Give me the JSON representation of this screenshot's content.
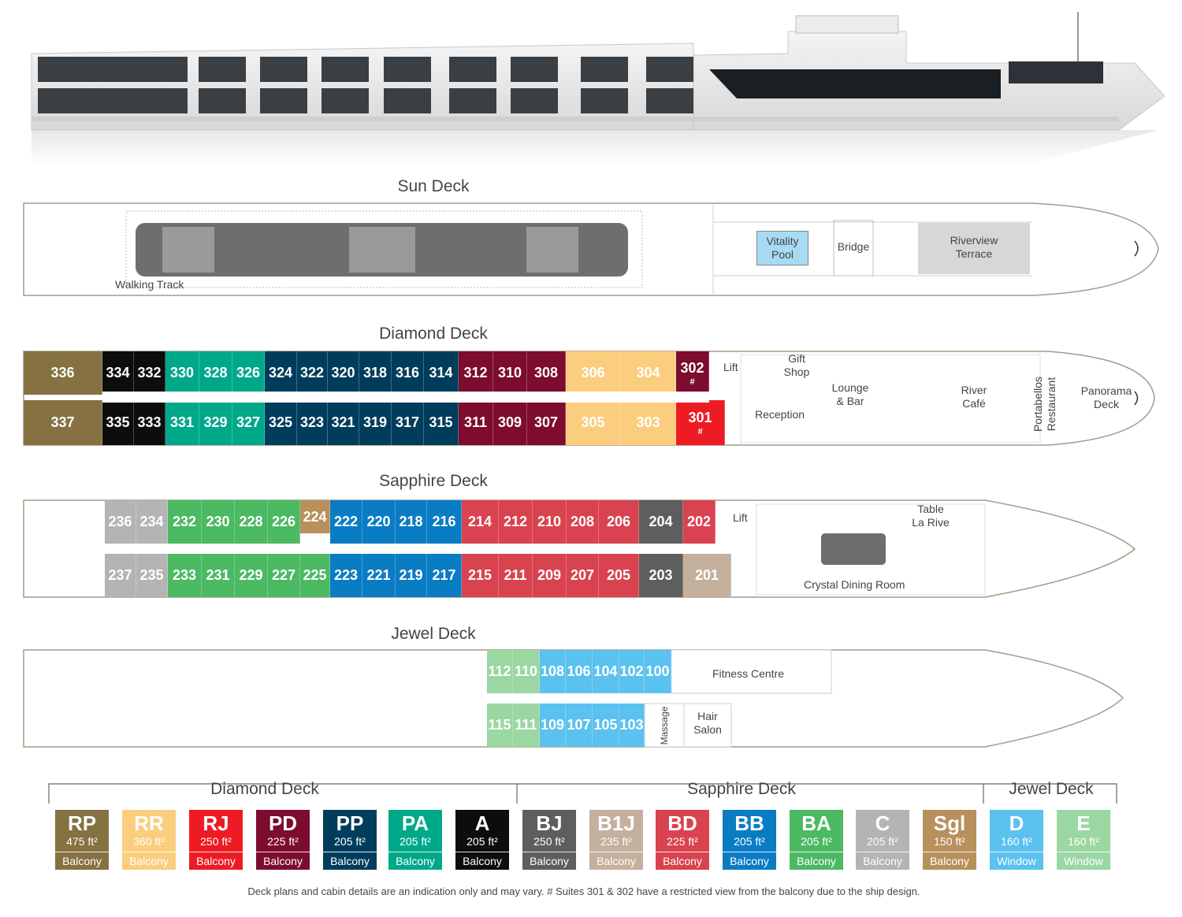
{
  "decks": {
    "sun": {
      "title": "Sun Deck",
      "walking_track": "Walking Track",
      "vitality_pool": [
        "Vitality",
        "Pool"
      ],
      "bridge": "Bridge",
      "riverview_terrace": [
        "Riverview",
        "Terrace"
      ]
    },
    "diamond": {
      "title": "Diamond Deck",
      "lift": "Lift",
      "gift_shop": [
        "Gift",
        "Shop"
      ],
      "reception": "Reception",
      "lounge_bar": [
        "Lounge",
        "& Bar"
      ],
      "river_cafe": [
        "River",
        "Café"
      ],
      "portabellos": [
        "Portabellos",
        "Restaurant"
      ],
      "panorama": [
        "Panorama",
        "Deck"
      ],
      "top_row": [
        {
          "num": "336",
          "color": "#857141"
        },
        {
          "num": "334",
          "color": "#0d0d0d"
        },
        {
          "num": "332",
          "color": "#0d0d0d"
        },
        {
          "num": "330",
          "color": "#00a88a"
        },
        {
          "num": "328",
          "color": "#00a88a"
        },
        {
          "num": "326",
          "color": "#00a88a"
        },
        {
          "num": "324",
          "color": "#003d5c"
        },
        {
          "num": "322",
          "color": "#003d5c"
        },
        {
          "num": "320",
          "color": "#003d5c"
        },
        {
          "num": "318",
          "color": "#003d5c"
        },
        {
          "num": "316",
          "color": "#003d5c"
        },
        {
          "num": "314",
          "color": "#003d5c"
        },
        {
          "num": "312",
          "color": "#7d0c2e"
        },
        {
          "num": "310",
          "color": "#7d0c2e"
        },
        {
          "num": "308",
          "color": "#7d0c2e"
        },
        {
          "num": "306",
          "color": "#fbcd7e"
        },
        {
          "num": "304",
          "color": "#fbcd7e"
        },
        {
          "num": "302",
          "color": "#7d0c2e",
          "mark": "#"
        }
      ],
      "bottom_row": [
        {
          "num": "337",
          "color": "#857141"
        },
        {
          "num": "335",
          "color": "#0d0d0d"
        },
        {
          "num": "333",
          "color": "#0d0d0d"
        },
        {
          "num": "331",
          "color": "#00a88a"
        },
        {
          "num": "329",
          "color": "#00a88a"
        },
        {
          "num": "327",
          "color": "#00a88a"
        },
        {
          "num": "325",
          "color": "#003d5c"
        },
        {
          "num": "323",
          "color": "#003d5c"
        },
        {
          "num": "321",
          "color": "#003d5c"
        },
        {
          "num": "319",
          "color": "#003d5c"
        },
        {
          "num": "317",
          "color": "#003d5c"
        },
        {
          "num": "315",
          "color": "#003d5c"
        },
        {
          "num": "311",
          "color": "#7d0c2e"
        },
        {
          "num": "309",
          "color": "#7d0c2e"
        },
        {
          "num": "307",
          "color": "#7d0c2e"
        },
        {
          "num": "305",
          "color": "#fbcd7e"
        },
        {
          "num": "303",
          "color": "#fbcd7e"
        },
        {
          "num": "301",
          "color": "#ed1c24",
          "mark": "#"
        }
      ]
    },
    "sapphire": {
      "title": "Sapphire Deck",
      "lift": "Lift",
      "table_la_rive": [
        "Table",
        "La Rive"
      ],
      "crystal": "Crystal Dining Room",
      "top_row": [
        {
          "num": "236",
          "color": "#b4b4b4"
        },
        {
          "num": "234",
          "color": "#b4b4b4"
        },
        {
          "num": "232",
          "color": "#4cb963"
        },
        {
          "num": "230",
          "color": "#4cb963"
        },
        {
          "num": "228",
          "color": "#4cb963"
        },
        {
          "num": "226",
          "color": "#4cb963"
        },
        {
          "num": "224",
          "color": "#b8905c"
        },
        {
          "num": "222",
          "color": "#0a7cc4"
        },
        {
          "num": "220",
          "color": "#0a7cc4"
        },
        {
          "num": "218",
          "color": "#0a7cc4"
        },
        {
          "num": "216",
          "color": "#0a7cc4"
        },
        {
          "num": "214",
          "color": "#d9434f"
        },
        {
          "num": "212",
          "color": "#d9434f"
        },
        {
          "num": "210",
          "color": "#d9434f"
        },
        {
          "num": "208",
          "color": "#d9434f"
        },
        {
          "num": "206",
          "color": "#d9434f"
        },
        {
          "num": "204",
          "color": "#5e5e5e"
        },
        {
          "num": "202",
          "color": "#d9434f"
        }
      ],
      "bottom_row": [
        {
          "num": "237",
          "color": "#b4b4b4"
        },
        {
          "num": "235",
          "color": "#b4b4b4"
        },
        {
          "num": "233",
          "color": "#4cb963"
        },
        {
          "num": "231",
          "color": "#4cb963"
        },
        {
          "num": "229",
          "color": "#4cb963"
        },
        {
          "num": "227",
          "color": "#4cb963"
        },
        {
          "num": "225",
          "color": "#4cb963"
        },
        {
          "num": "223",
          "color": "#0a7cc4"
        },
        {
          "num": "221",
          "color": "#0a7cc4"
        },
        {
          "num": "219",
          "color": "#0a7cc4"
        },
        {
          "num": "217",
          "color": "#0a7cc4"
        },
        {
          "num": "215",
          "color": "#d9434f"
        },
        {
          "num": "211",
          "color": "#d9434f"
        },
        {
          "num": "209",
          "color": "#d9434f"
        },
        {
          "num": "207",
          "color": "#d9434f"
        },
        {
          "num": "205",
          "color": "#d9434f"
        },
        {
          "num": "203",
          "color": "#5e5e5e"
        },
        {
          "num": "201",
          "color": "#c4b09d"
        }
      ]
    },
    "jewel": {
      "title": "Jewel Deck",
      "fitness": "Fitness Centre",
      "massage": "Massage",
      "hair_salon": [
        "Hair",
        "Salon"
      ],
      "top_row": [
        {
          "num": "112",
          "color": "#9bd7a2"
        },
        {
          "num": "110",
          "color": "#9bd7a2"
        },
        {
          "num": "108",
          "color": "#5bc1ee"
        },
        {
          "num": "106",
          "color": "#5bc1ee"
        },
        {
          "num": "104",
          "color": "#5bc1ee"
        },
        {
          "num": "102",
          "color": "#5bc1ee"
        },
        {
          "num": "100",
          "color": "#5bc1ee"
        }
      ],
      "bottom_row": [
        {
          "num": "115",
          "color": "#9bd7a2"
        },
        {
          "num": "111",
          "color": "#9bd7a2"
        },
        {
          "num": "109",
          "color": "#5bc1ee"
        },
        {
          "num": "107",
          "color": "#5bc1ee"
        },
        {
          "num": "105",
          "color": "#5bc1ee"
        },
        {
          "num": "103",
          "color": "#5bc1ee"
        }
      ]
    }
  },
  "legend": {
    "groups": [
      "Diamond Deck",
      "Sapphire Deck",
      "Jewel Deck"
    ],
    "items": [
      {
        "code": "RP",
        "area": "475 ft²",
        "type": "Balcony",
        "color": "#857141"
      },
      {
        "code": "RR",
        "area": "360 ft²",
        "type": "Balcony",
        "color": "#fbcd7e"
      },
      {
        "code": "RJ",
        "area": "250 ft²",
        "type": "Balcony",
        "color": "#ed1c24"
      },
      {
        "code": "PD",
        "area": "225 ft²",
        "type": "Balcony",
        "color": "#7d0c2e"
      },
      {
        "code": "PP",
        "area": "205 ft²",
        "type": "Balcony",
        "color": "#003d5c"
      },
      {
        "code": "PA",
        "area": "205 ft²",
        "type": "Balcony",
        "color": "#00a88a"
      },
      {
        "code": "A",
        "area": "205 ft²",
        "type": "Balcony",
        "color": "#0d0d0d"
      },
      {
        "code": "BJ",
        "area": "250 ft²",
        "type": "Balcony",
        "color": "#5e5e5e"
      },
      {
        "code": "B1J",
        "area": "235 ft²",
        "type": "Balcony",
        "color": "#c4b09d"
      },
      {
        "code": "BD",
        "area": "225 ft²",
        "type": "Balcony",
        "color": "#d9434f"
      },
      {
        "code": "BB",
        "area": "205 ft²",
        "type": "Balcony",
        "color": "#0a7cc4"
      },
      {
        "code": "BA",
        "area": "205 ft²",
        "type": "Balcony",
        "color": "#4cb963"
      },
      {
        "code": "C",
        "area": "205 ft²",
        "type": "Balcony",
        "color": "#b4b4b4"
      },
      {
        "code": "Sgl",
        "area": "150 ft²",
        "type": "Balcony",
        "color": "#b8905c"
      },
      {
        "code": "D",
        "area": "160 ft²",
        "type": "Window",
        "color": "#5bc1ee"
      },
      {
        "code": "E",
        "area": "160 ft²",
        "type": "Window",
        "color": "#9bd7a2"
      }
    ]
  },
  "footnote": "Deck plans and cabin details are an indication only and may vary.  # Suites 301 & 302 have a restricted view from the balcony due to the ship design."
}
